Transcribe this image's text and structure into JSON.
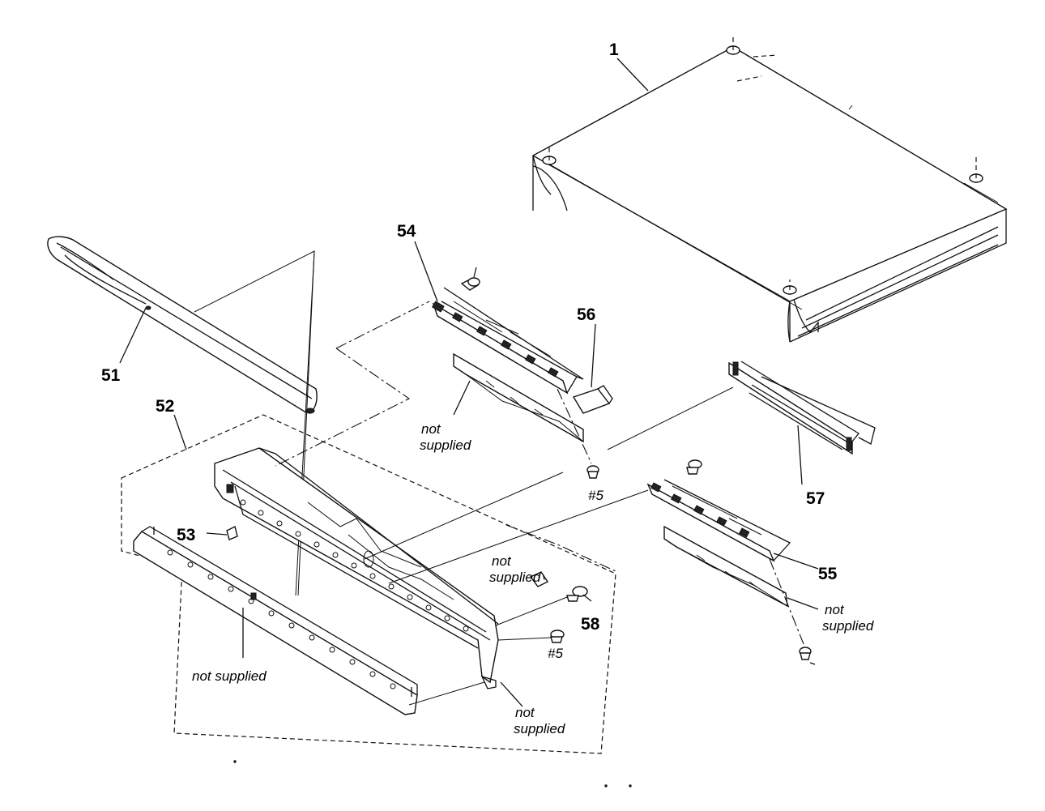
{
  "labels": {
    "part_1": "1",
    "part_51": "51",
    "part_52": "52",
    "part_53": "53",
    "part_54": "54",
    "part_55": "55",
    "part_56": "56",
    "part_57": "57",
    "part_58": "58",
    "screw_5_a": "#5",
    "screw_5_b": "#5"
  },
  "notes": {
    "not_supplied_1a": "not",
    "not_supplied_1b": "supplied",
    "not_supplied_2a": "not",
    "not_supplied_2b": "supplied",
    "not_supplied_3a": "not",
    "not_supplied_3b": "supplied",
    "not_supplied_4a": "not",
    "not_supplied_4b": "supplied",
    "not_supplied_5": "not supplied"
  }
}
